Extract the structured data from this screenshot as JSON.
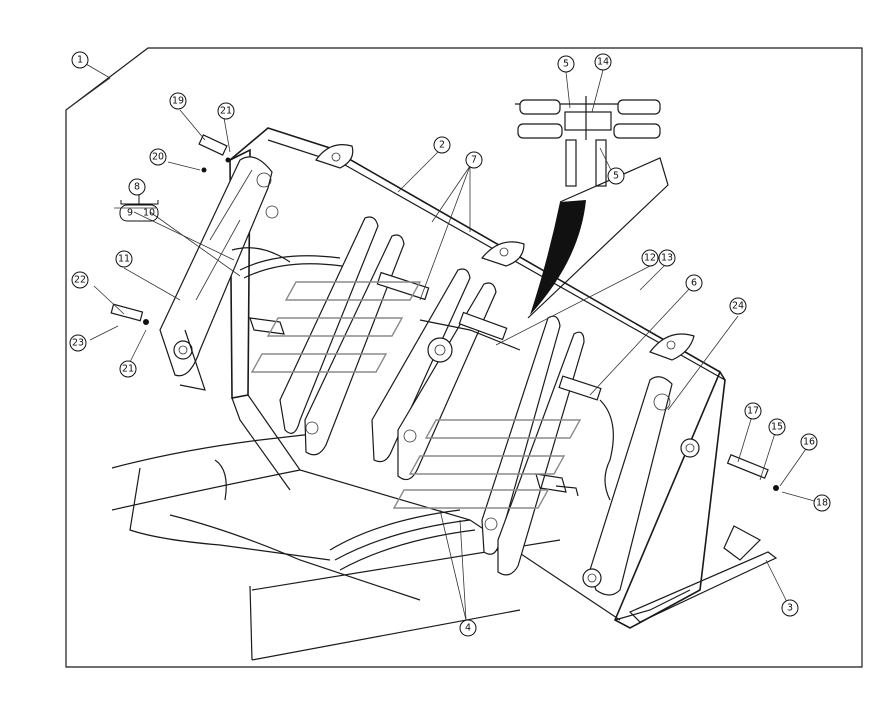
{
  "diagram": {
    "callouts": [
      {
        "id": "c1",
        "text": "1"
      },
      {
        "id": "c2",
        "text": "2"
      },
      {
        "id": "c3",
        "text": "3"
      },
      {
        "id": "c4",
        "text": "4"
      },
      {
        "id": "c5a",
        "text": "5"
      },
      {
        "id": "c5b",
        "text": "5"
      },
      {
        "id": "c6",
        "text": "6"
      },
      {
        "id": "c7",
        "text": "7"
      },
      {
        "id": "c8",
        "text": "8"
      },
      {
        "id": "c9",
        "text": "9"
      },
      {
        "id": "c10",
        "text": "10"
      },
      {
        "id": "c11",
        "text": "11"
      },
      {
        "id": "c12",
        "text": "12"
      },
      {
        "id": "c13",
        "text": "13"
      },
      {
        "id": "c14",
        "text": "14"
      },
      {
        "id": "c15",
        "text": "15"
      },
      {
        "id": "c16",
        "text": "16"
      },
      {
        "id": "c17",
        "text": "17"
      },
      {
        "id": "c18",
        "text": "18"
      },
      {
        "id": "c19",
        "text": "19"
      },
      {
        "id": "c20",
        "text": "20"
      },
      {
        "id": "c21a",
        "text": "21"
      },
      {
        "id": "c21b",
        "text": "21"
      },
      {
        "id": "c22",
        "text": "22"
      },
      {
        "id": "c23",
        "text": "23"
      },
      {
        "id": "c24",
        "text": "24"
      }
    ]
  }
}
